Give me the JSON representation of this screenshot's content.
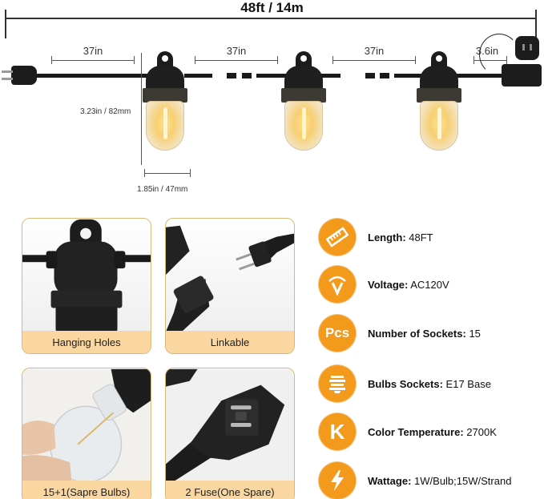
{
  "diagram": {
    "total_length_label": "48ft / 14m",
    "segment_labels": [
      "37in",
      "37in",
      "37in",
      "3.6in"
    ],
    "bulb_height_label": "3.23in / 82mm",
    "bulb_width_label": "1.85in / 47mm"
  },
  "feature_cards": [
    {
      "label": "Hanging Holes"
    },
    {
      "label": "Linkable"
    },
    {
      "label": "15+1(Sapre Bulbs)"
    },
    {
      "label": "2 Fuse(One Spare)"
    }
  ],
  "specs": [
    {
      "icon": "ruler-icon",
      "glyph": "",
      "name": "Length:",
      "value": "48FT"
    },
    {
      "icon": "voltage-icon",
      "glyph": "V",
      "name": "Voltage:",
      "value": "AC120V"
    },
    {
      "icon": "pcs-icon",
      "glyph": "Pcs",
      "name": "Number of Sockets:",
      "value": "15"
    },
    {
      "icon": "socket-base-icon",
      "glyph": "",
      "name": "Bulbs Sockets:",
      "value": "E17 Base"
    },
    {
      "icon": "kelvin-icon",
      "glyph": "K",
      "name": "Color Temperature:",
      "value": "2700K"
    },
    {
      "icon": "lightning-icon",
      "glyph": "",
      "name": "Wattage:",
      "value": "1W/Bulb;15W/Strand"
    }
  ],
  "colors": {
    "accent_orange": "#f39a1d",
    "label_band": "#fad7a0",
    "card_border": "#d8b978",
    "bulb_glow": "#f7cf73"
  }
}
